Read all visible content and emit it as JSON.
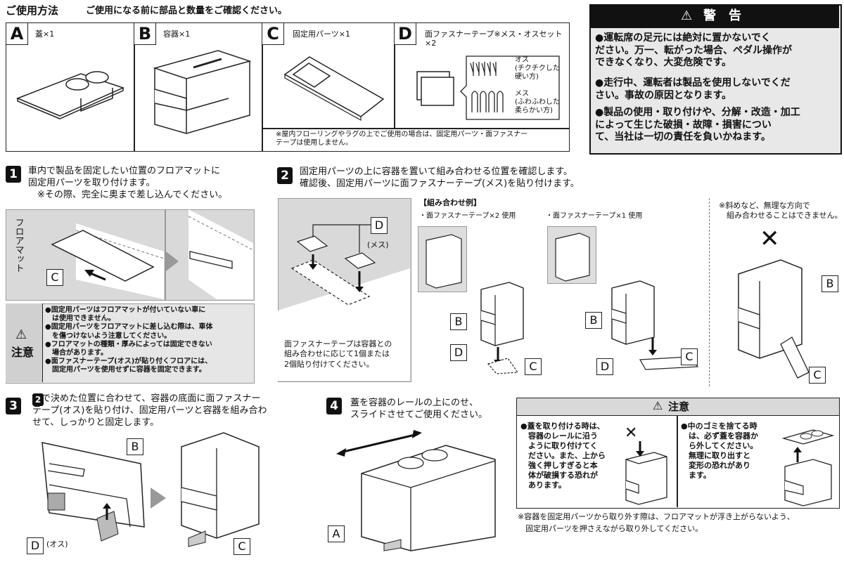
{
  "header": {
    "title": "ご使用方法",
    "subtitle": "ご使用になる前に部品と数量をご確認ください。"
  },
  "parts": [
    {
      "letter": "A",
      "label": "蓋×1"
    },
    {
      "letter": "B",
      "label": "容器×1"
    },
    {
      "letter": "C",
      "label": "固定用パーツ×1"
    },
    {
      "letter": "D",
      "label": "面ファスナーテープ※メス・オスセット\n×2"
    }
  ],
  "fastener": {
    "male": "オス\n(チクチクした\n硬い方)",
    "female": "メス\n(ふわふわした\n柔らかい方)"
  },
  "parts_note": "※屋内フローリングやラグの上でご使用の場合は、固定用パーツ・面ファスナー\nテープは使用しません。",
  "warning": {
    "title": "警　告",
    "items": [
      "●運転席の足元には絶対に置かないでく\nださい。万一、転がった場合、ペダル操作が\nできなくなり、大変危険です。",
      "●走行中、運転者は製品を使用しないでくだ\nさい。事故の原因となります。",
      "●製品の使用・取り付けや、分解・改造・加工\nによって生じた破損・故障・損害につい\nて、当社は一切の責任を負いかねます。"
    ]
  },
  "step1": {
    "num": "1",
    "text": "車内で製品を固定したい位置のフロアマットに\n固定用パーツを取り付けます。\n　※その際、完全に奥まで差し込んでください。",
    "mat_label": "フロアマット",
    "caution_title": "注意",
    "caution_items": "●固定用パーツはフロアマットが付いていない車に\n　は使用できません。\n●固定用パーツをフロアマットに差し込む際は、車体\n　を傷つけないよう注意してください。\n●フロアマットの種類・厚みによっては固定できない\n　場合があります。\n●面ファスナーテープ(オス)が貼り付くフロアには、\n　固定用パーツを使用せずに容器を固定できます。"
  },
  "step2": {
    "num": "2",
    "text": "固定用パーツの上に容器を置いて組み合わせる位置を確認します。\n確認後、固定用パーツに面ファスナーテープ(メス)を貼り付けます。",
    "mesu": "(メス)",
    "note": "面ファスナーテープは容器との\n組み合わせに応じて1個または\n2個貼り付けてください。",
    "example_title": "【組み合わせ例】",
    "example1": "・面ファスナーテープ×2 使用",
    "example2": "・面ファスナーテープ×1 使用",
    "ng_note": "※斜めなど、無理な方向で\n　組み合わせることはできません。",
    "ng_mark": "✕"
  },
  "step3": {
    "num": "3",
    "ref_num": "2",
    "text": "　で決めた位置に合わせて、容器の底面に面ファスナー\nテープ(オス)を貼り付け、固定用パーツと容器を組み合わ\nせて、しっかりと固定します。",
    "osu": "(オス)"
  },
  "step4": {
    "num": "4",
    "text": "蓋を容器のレールの上にのせ、\nスライドさせてご使用ください。"
  },
  "caution2": {
    "title": "注意",
    "left": "●蓋を取り付ける時は、\n　容器のレールに沿う\n　ように取り付けてく\n　ださい。また、上から\n　強く押しすぎると本\n　体が破損する恐れが\n　あります。",
    "right": "●中のゴミを捨てる時\n　は、必ず蓋を容器か\n　ら外してください。\n　無理に取り出すと\n　変形の恐れがあり\n　ます。",
    "ng_mark": "✕"
  },
  "bottom_note": "※容器を固定用パーツから取り外す際は、フロアマットが浮き上がらないよう、\n　固定用パーツを押さえながら取り外してください。",
  "callouts": {
    "A": "A",
    "B": "B",
    "C": "C",
    "D": "D"
  }
}
